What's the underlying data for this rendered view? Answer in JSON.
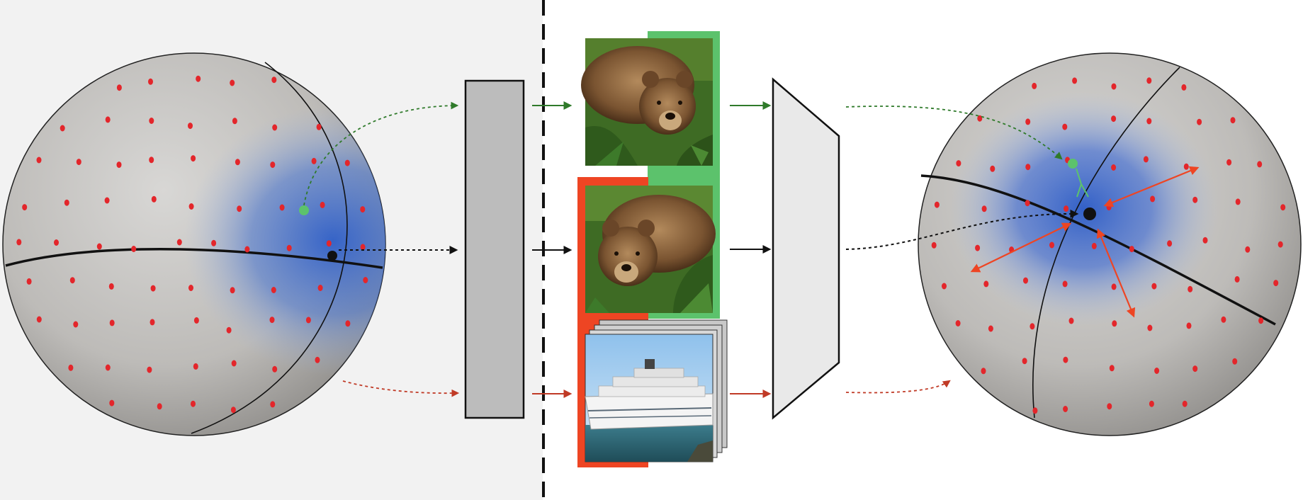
{
  "colors": {
    "left_panel_bg": "#f2f2f2",
    "right_panel_bg": "#ffffff",
    "sphere_gray": "#b9b7b4",
    "embedding_blue": "#2f5fc8",
    "point_red": "#e3262b",
    "positive_green": "#2f7a2a",
    "positive_accent": "#5cc26c",
    "negative_red": "#c03a26",
    "negative_accent": "#ee4523",
    "anchor_black": "#111111",
    "augmenter_fill": "#bcbcbc",
    "encoder_fill": "#e9e9e9"
  },
  "icons": {
    "augmenter": "rect-block",
    "encoder": "trapezoid-block",
    "separator": "dashed-vertical-line",
    "positive_sample_image": "brown-bear-photo",
    "anchor_sample_image": "brown-bear-photo-flipped",
    "negative_sample_image": "cruise-ship-photo-stack"
  },
  "flows": [
    "positive",
    "anchor",
    "negative"
  ]
}
